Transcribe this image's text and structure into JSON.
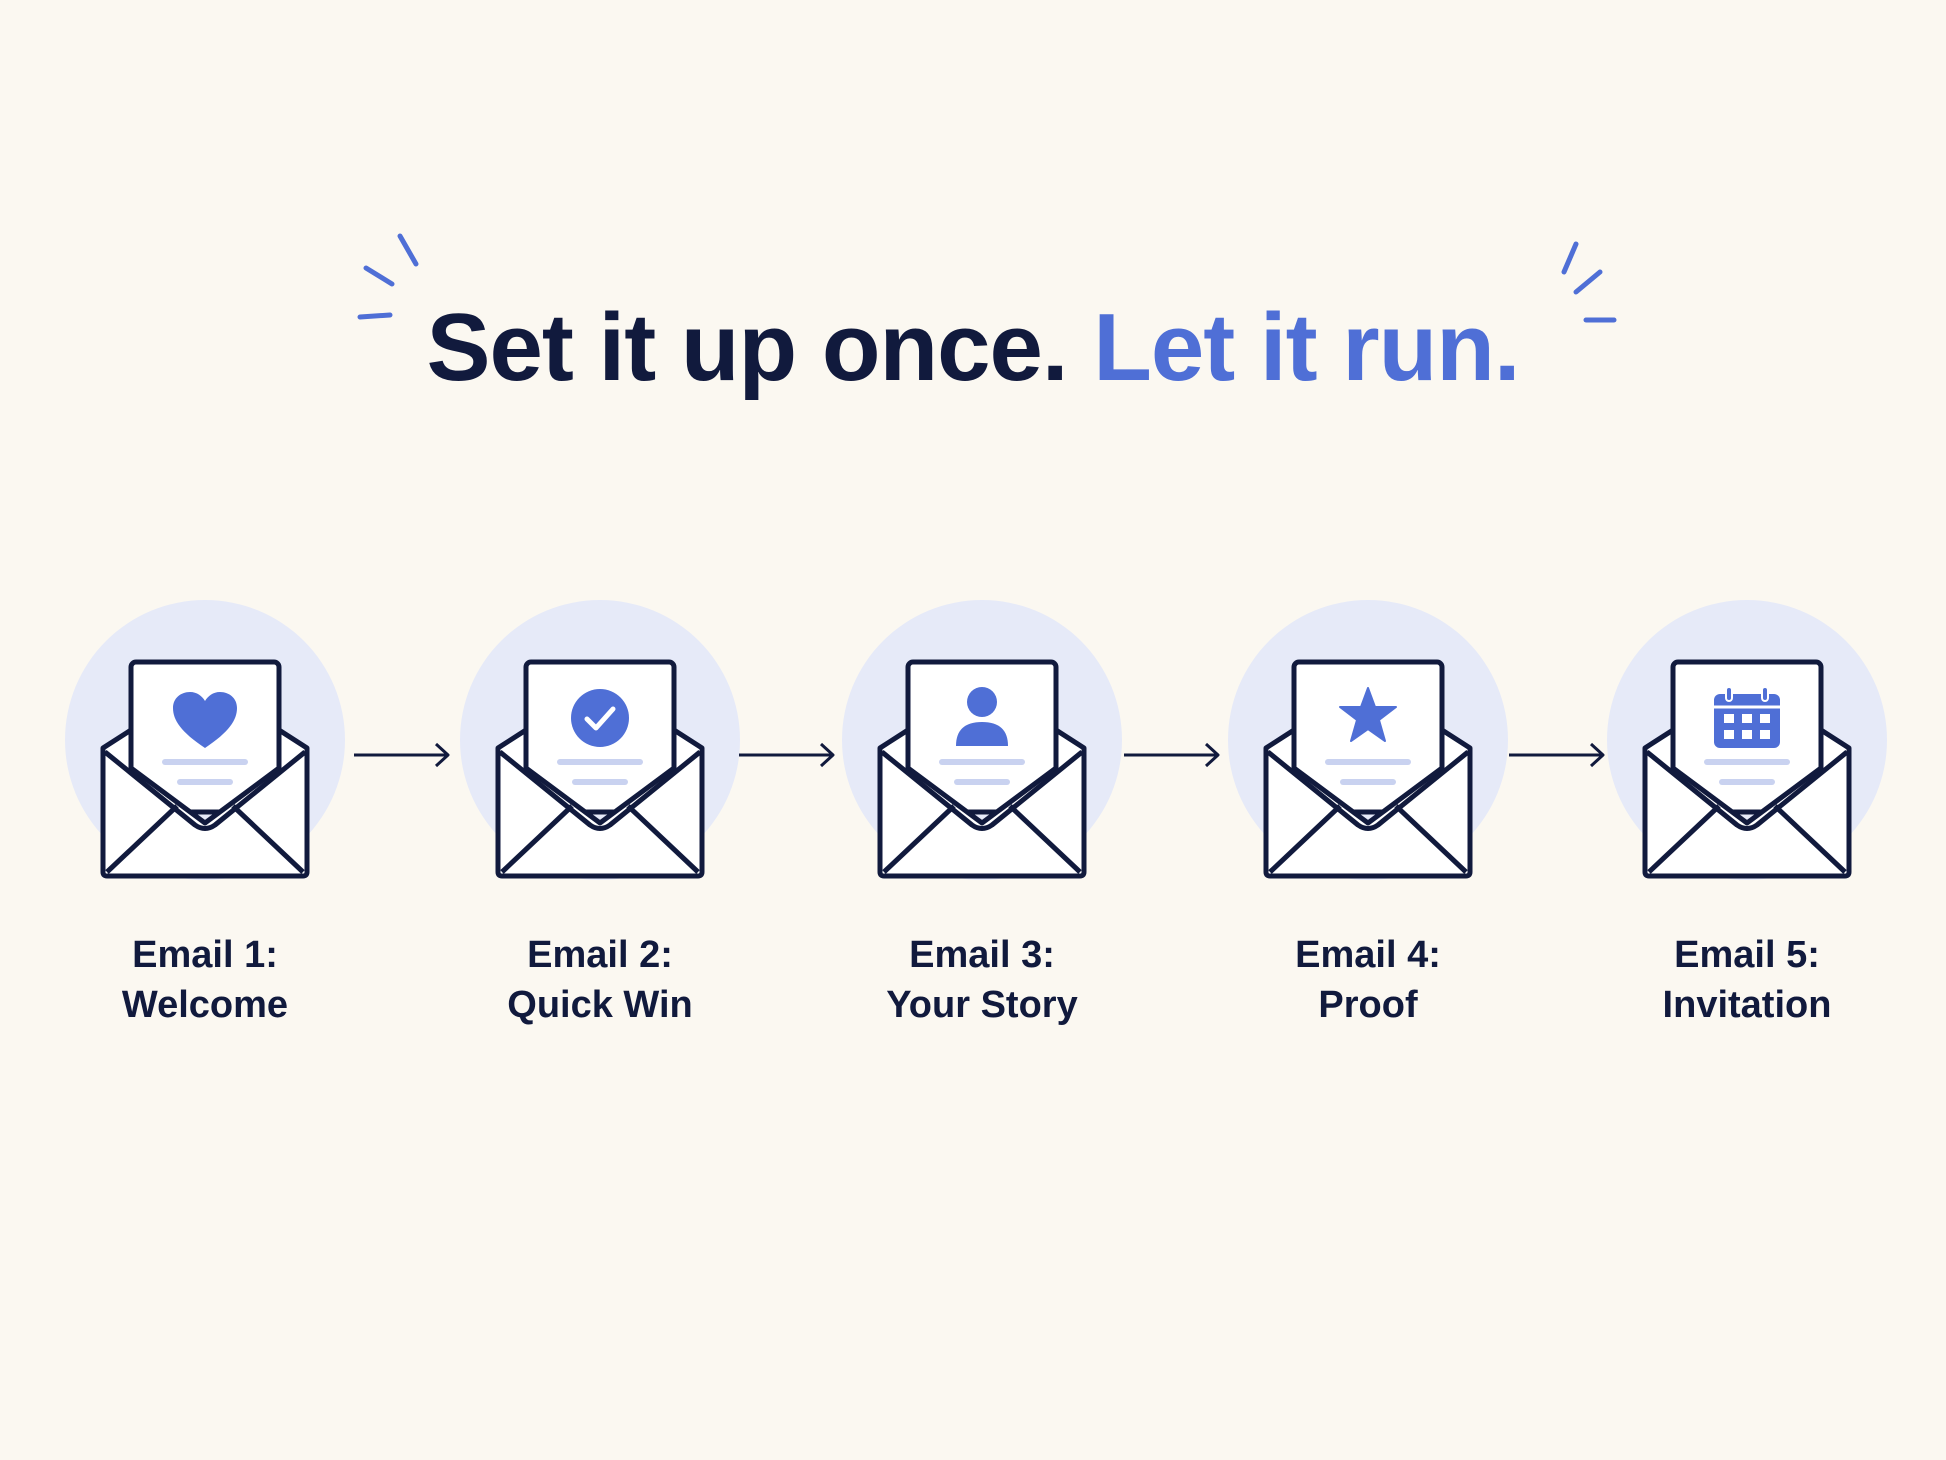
{
  "headline": {
    "part1": "Set it up once.",
    "part2": "Let it run."
  },
  "colors": {
    "background": "#fbf8f1",
    "dark": "#111a3d",
    "accent": "#4f6fd6",
    "circle": "#e6eaf8"
  },
  "steps": [
    {
      "line1": "Email 1:",
      "line2": "Welcome",
      "icon": "heart-icon"
    },
    {
      "line1": "Email 2:",
      "line2": "Quick Win",
      "icon": "checkmark-circle-icon"
    },
    {
      "line1": "Email 3:",
      "line2": "Your Story",
      "icon": "person-icon"
    },
    {
      "line1": "Email 4:",
      "line2": "Proof",
      "icon": "star-icon"
    },
    {
      "line1": "Email 5:",
      "line2": "Invitation",
      "icon": "calendar-icon"
    }
  ]
}
